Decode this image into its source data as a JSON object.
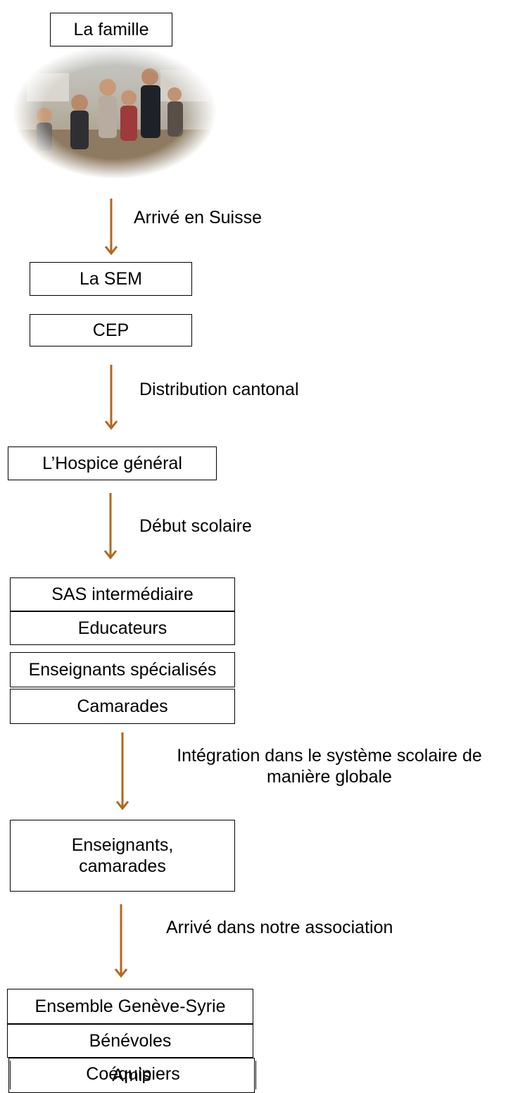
{
  "steps": {
    "family": "La famille",
    "arrival_switzerland": "Arrivé en Suisse",
    "sem": "La SEM",
    "cep": "CEP",
    "cantonal_distribution": "Distribution cantonal",
    "hospice": "L’Hospice général",
    "school_start": "Début scolaire",
    "sas": "SAS intermédiaire",
    "educators": "Educateurs",
    "special_teachers": "Enseignants spécialisés",
    "classmates": "Camarades",
    "integration_line1": "Intégration dans le système scolaire de",
    "integration_line2": "manière globale",
    "teachers_classmates_line1": "Enseignants,",
    "teachers_classmates_line2": "camarades",
    "association_arrival": "Arrivé dans notre association",
    "association": "Ensemble Genève-Syrie",
    "volunteers": "Bénévoles",
    "friends": "Amis",
    "teammates": "Coéquipiers"
  },
  "colors": {
    "arrow": "#b5651d",
    "border": "#000000"
  }
}
